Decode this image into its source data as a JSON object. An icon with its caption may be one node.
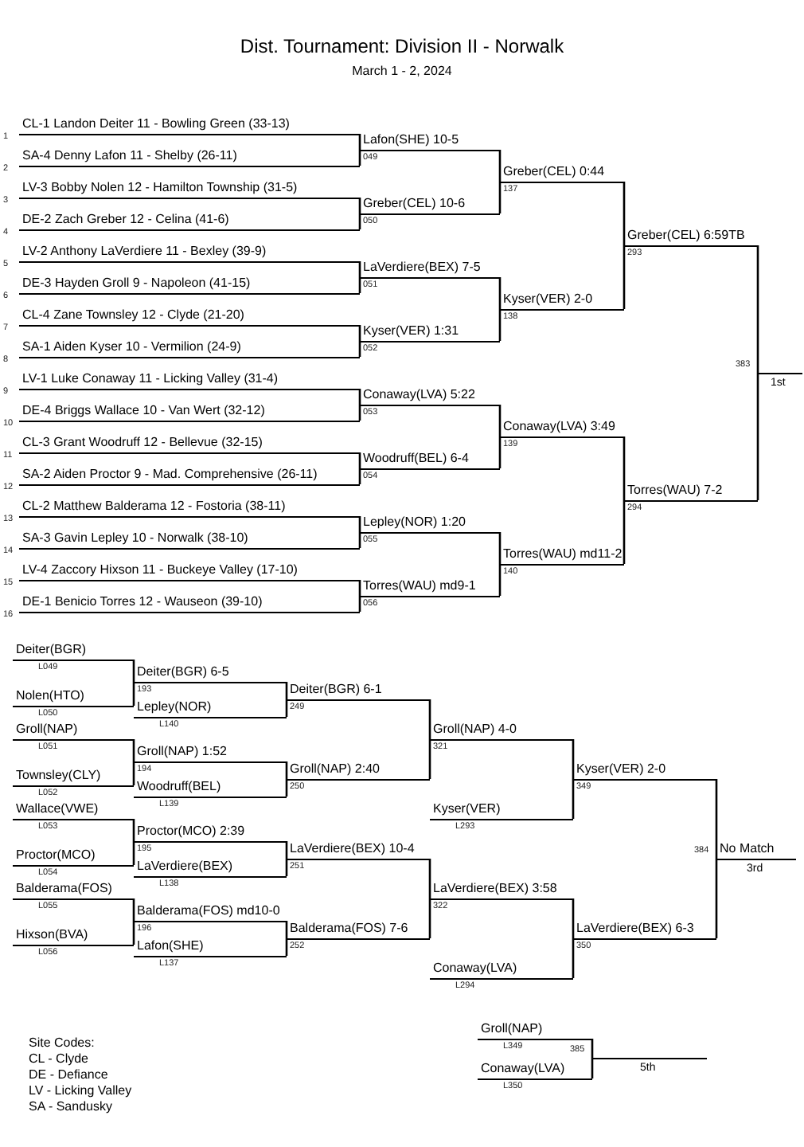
{
  "diagram": {
    "title": "Dist. Tournament: Division II - Norwalk",
    "nodes": [
      {
        "text": [
          "CL-1 Landon Deiter 11 - Bowling Green (33-13)"
        ],
        "beside": [
          "1"
        ]
      },
      {
        "text": [
          "SA-4 Denny Lafon 11 - Shelby (26-11)"
        ],
        "beside": [
          "2"
        ]
      },
      {
        "text": [
          "LV-3 Bobby Nolen 12 - Hamilton Township (31-5)"
        ],
        "beside": [
          "3"
        ]
      },
      {
        "text": [
          "DE-2 Zach Greber 12 - Celina (41-6)"
        ],
        "beside": [
          "4"
        ]
      },
      {
        "text": [
          "LV-2 Anthony LaVerdiere 11 - Bexley (39-9)"
        ],
        "beside": [
          "5"
        ]
      },
      {
        "text": [
          "DE-3 Hayden Groll 9 - Napoleon (41-15)"
        ],
        "beside": [
          "6"
        ]
      },
      {
        "text": [
          "CL-4 Zane Townsley 12 - Clyde (21-20)"
        ],
        "beside": [
          "7"
        ]
      },
      {
        "text": [
          "SA-1 Aiden Kyser 10 - Vermilion (24-9)"
        ],
        "beside": [
          "8"
        ]
      },
      {
        "text": [
          "LV-1 Luke Conaway 11 - Licking Valley (31-4)"
        ],
        "beside": [
          "9"
        ]
      },
      {
        "text": [
          "DE-4 Briggs Wallace 10 - Van Wert (32-12)"
        ],
        "beside": [
          "10"
        ]
      },
      {
        "text": [
          "CL-3 Grant Woodruff 12 - Bellevue (32-15)"
        ],
        "beside": [
          "11"
        ]
      },
      {
        "text": [
          "SA-2 Aiden Proctor 9 - Mad. Comprehensive (26-11)"
        ],
        "beside": [
          "12"
        ]
      },
      {
        "text": [
          "CL-2 Matthew Balderama 12 - Fostoria (38-11)"
        ],
        "beside": [
          "13"
        ]
      },
      {
        "text": [
          "SA-3 Gavin Lepley 10 - Norwalk (38-10)"
        ],
        "beside": [
          "14"
        ]
      },
      {
        "text": [
          "LV-4 Zaccory Hixson 11 - Buckeye Valley (17-10)"
        ],
        "beside": [
          "15"
        ]
      },
      {
        "text": [
          "DE-1 Benicio Torres 12 - Wauseon (39-10)"
        ],
        "beside": [
          "16"
        ]
      },
      {
        "text": [
          "Lafon(SHE) 10-5"
        ],
        "beside": [
          "049"
        ]
      },
      {
        "text": [
          "Greber(CEL) 10-6"
        ],
        "beside": [
          "050"
        ]
      },
      {
        "text": [
          "LaVerdiere(BEX) 7-5"
        ],
        "beside": [
          "051"
        ]
      },
      {
        "text": [
          "Kyser(VER) 1:31"
        ],
        "beside": [
          "052"
        ]
      },
      {
        "text": [
          "Conaway(LVA) 5:22"
        ],
        "beside": [
          "053"
        ]
      },
      {
        "text": [
          "Woodruff(BEL) 6-4"
        ],
        "beside": [
          "054"
        ]
      },
      {
        "text": [
          "Lepley(NOR) 1:20"
        ],
        "beside": [
          "055"
        ]
      },
      {
        "text": [
          "Torres(WAU) md9-1"
        ],
        "beside": [
          "056"
        ]
      },
      {
        "text": [
          "Greber(CEL) 0:44"
        ],
        "beside": [
          "137"
        ]
      },
      {
        "text": [
          "Kyser(VER) 2-0"
        ],
        "beside": [
          "138"
        ]
      },
      {
        "text": [
          "Conaway(LVA) 3:49"
        ],
        "beside": [
          "139"
        ]
      },
      {
        "text": [
          "Torres(WAU) md11-2"
        ],
        "beside": [
          "140"
        ]
      },
      {
        "text": [
          "Greber(CEL) 6:59TB"
        ],
        "beside": [
          "293"
        ]
      },
      {
        "text": [
          "Torres(WAU) 7-2"
        ],
        "beside": [
          "294"
        ]
      },
      {
        "text": [],
        "shape": "bar",
        "beside": [
          "383",
          "1st"
        ]
      },
      {
        "text": [
          "Deiter(BGR)"
        ],
        "beside": [
          "L049"
        ]
      },
      {
        "text": [
          "Nolen(HTO)"
        ],
        "beside": [
          "L050"
        ]
      },
      {
        "text": [
          "Groll(NAP)"
        ],
        "beside": [
          "L051"
        ]
      },
      {
        "text": [
          "Townsley(CLY)"
        ],
        "beside": [
          "L052"
        ]
      },
      {
        "text": [
          "Wallace(VWE)"
        ],
        "beside": [
          "L053"
        ]
      },
      {
        "text": [
          "Proctor(MCO)"
        ],
        "beside": [
          "L054"
        ]
      },
      {
        "text": [
          "Balderama(FOS)"
        ],
        "beside": [
          "L055"
        ]
      },
      {
        "text": [
          "Hixson(BVA)"
        ],
        "beside": [
          "L056"
        ]
      },
      {
        "text": [
          "Deiter(BGR) 6-5"
        ],
        "beside": [
          "193"
        ]
      },
      {
        "text": [
          "Lepley(NOR)"
        ],
        "beside": [
          "L140"
        ]
      },
      {
        "text": [
          "Groll(NAP) 1:52"
        ],
        "beside": [
          "194"
        ]
      },
      {
        "text": [
          "Woodruff(BEL)"
        ],
        "beside": [
          "L139"
        ]
      },
      {
        "text": [
          "Proctor(MCO) 2:39"
        ],
        "beside": [
          "195"
        ]
      },
      {
        "text": [
          "LaVerdiere(BEX)"
        ],
        "beside": [
          "L138"
        ]
      },
      {
        "text": [
          "Balderama(FOS) md10-0"
        ],
        "beside": [
          "196"
        ]
      },
      {
        "text": [
          "Lafon(SHE)"
        ],
        "beside": [
          "L137"
        ]
      },
      {
        "text": [
          "Deiter(BGR) 6-1"
        ],
        "beside": [
          "249"
        ]
      },
      {
        "text": [
          "Groll(NAP) 2:40"
        ],
        "beside": [
          "250"
        ]
      },
      {
        "text": [
          "LaVerdiere(BEX) 10-4"
        ],
        "beside": [
          "251"
        ]
      },
      {
        "text": [
          "Balderama(FOS) 7-6"
        ],
        "beside": [
          "252"
        ]
      },
      {
        "text": [
          "Groll(NAP) 4-0"
        ],
        "beside": [
          "321"
        ]
      },
      {
        "text": [
          "Kyser(VER)"
        ],
        "beside": [
          "L293"
        ]
      },
      {
        "text": [
          "LaVerdiere(BEX) 3:58"
        ],
        "beside": [
          "322"
        ]
      },
      {
        "text": [
          "Conaway(LVA)"
        ],
        "beside": [
          "L294"
        ]
      },
      {
        "text": [
          "Kyser(VER) 2-0"
        ],
        "beside": [
          "349"
        ]
      },
      {
        "text": [
          "LaVerdiere(BEX) 6-3"
        ],
        "beside": [
          "350"
        ]
      },
      {
        "text": [
          "No Match"
        ],
        "beside": [
          "384",
          "3rd"
        ]
      },
      {
        "text": [
          "Groll(NAP)"
        ],
        "beside": [
          "L349"
        ]
      },
      {
        "text": [
          "Conaway(LVA)"
        ],
        "beside": [
          "L350"
        ]
      },
      {
        "text": [],
        "shape": "bar",
        "beside": [
          "385",
          "5th"
        ]
      }
    ],
    "edges": [
      {
        "from": 0,
        "to": 16,
        "arrow": "none"
      },
      {
        "from": 1,
        "to": 16,
        "arrow": "none"
      },
      {
        "from": 2,
        "to": 17,
        "arrow": "none"
      },
      {
        "from": 3,
        "to": 17,
        "arrow": "none"
      },
      {
        "from": 4,
        "to": 18,
        "arrow": "none"
      },
      {
        "from": 5,
        "to": 18,
        "arrow": "none"
      },
      {
        "from": 6,
        "to": 19,
        "arrow": "none"
      },
      {
        "from": 7,
        "to": 19,
        "arrow": "none"
      },
      {
        "from": 8,
        "to": 20,
        "arrow": "none"
      },
      {
        "from": 9,
        "to": 20,
        "arrow": "none"
      },
      {
        "from": 10,
        "to": 21,
        "arrow": "none"
      },
      {
        "from": 11,
        "to": 21,
        "arrow": "none"
      },
      {
        "from": 12,
        "to": 22,
        "arrow": "none"
      },
      {
        "from": 13,
        "to": 22,
        "arrow": "none"
      },
      {
        "from": 14,
        "to": 23,
        "arrow": "none"
      },
      {
        "from": 15,
        "to": 23,
        "arrow": "none"
      },
      {
        "from": 16,
        "to": 24,
        "arrow": "none"
      },
      {
        "from": 17,
        "to": 24,
        "arrow": "none"
      },
      {
        "from": 18,
        "to": 25,
        "arrow": "none"
      },
      {
        "from": 19,
        "to": 25,
        "arrow": "none"
      },
      {
        "from": 20,
        "to": 26,
        "arrow": "none"
      },
      {
        "from": 21,
        "to": 26,
        "arrow": "none"
      },
      {
        "from": 22,
        "to": 27,
        "arrow": "none"
      },
      {
        "from": 23,
        "to": 27,
        "arrow": "none"
      },
      {
        "from": 24,
        "to": 28,
        "arrow": "none"
      },
      {
        "from": 25,
        "to": 28,
        "arrow": "none"
      },
      {
        "from": 26,
        "to": 29,
        "arrow": "none"
      },
      {
        "from": 27,
        "to": 29,
        "arrow": "none"
      },
      {
        "from": 28,
        "to": 30,
        "arrow": "none"
      },
      {
        "from": 29,
        "to": 30,
        "arrow": "none"
      },
      {
        "from": 31,
        "to": 39,
        "arrow": "none"
      },
      {
        "from": 32,
        "to": 39,
        "arrow": "none"
      },
      {
        "from": 33,
        "to": 41,
        "arrow": "none"
      },
      {
        "from": 34,
        "to": 41,
        "arrow": "none"
      },
      {
        "from": 35,
        "to": 43,
        "arrow": "none"
      },
      {
        "from": 36,
        "to": 43,
        "arrow": "none"
      },
      {
        "from": 37,
        "to": 45,
        "arrow": "none"
      },
      {
        "from": 38,
        "to": 45,
        "arrow": "none"
      },
      {
        "from": 39,
        "to": 47,
        "arrow": "none"
      },
      {
        "from": 40,
        "to": 47,
        "arrow": "none"
      },
      {
        "from": 41,
        "to": 48,
        "arrow": "none"
      },
      {
        "from": 42,
        "to": 48,
        "arrow": "none"
      },
      {
        "from": 43,
        "to": 49,
        "arrow": "none"
      },
      {
        "from": 44,
        "to": 49,
        "arrow": "none"
      },
      {
        "from": 45,
        "to": 50,
        "arrow": "none"
      },
      {
        "from": 46,
        "to": 50,
        "arrow": "none"
      },
      {
        "from": 47,
        "to": 51,
        "arrow": "none"
      },
      {
        "from": 48,
        "to": 51,
        "arrow": "none"
      },
      {
        "from": 49,
        "to": 53,
        "arrow": "none"
      },
      {
        "from": 50,
        "to": 53,
        "arrow": "none"
      },
      {
        "from": 51,
        "to": 55,
        "arrow": "none"
      },
      {
        "from": 52,
        "to": 55,
        "arrow": "none"
      },
      {
        "from": 53,
        "to": 56,
        "arrow": "none"
      },
      {
        "from": 54,
        "to": 56,
        "arrow": "none"
      },
      {
        "from": 55,
        "to": 57,
        "arrow": "none"
      },
      {
        "from": 56,
        "to": 57,
        "arrow": "none"
      },
      {
        "from": 58,
        "to": 60,
        "arrow": "none"
      },
      {
        "from": 59,
        "to": 60,
        "arrow": "none"
      }
    ],
    "labels": [
      "March 1 - 2, 2024",
      "Site Codes:",
      "CL - Clyde",
      "DE - Defiance",
      "LV - Licking Valley",
      "SA - Sandusky"
    ]
  }
}
